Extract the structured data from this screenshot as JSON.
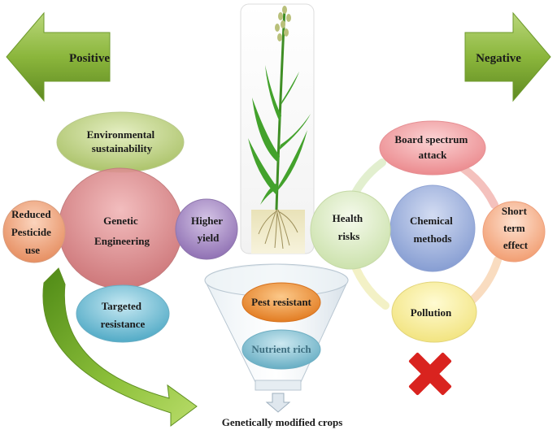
{
  "diagram": {
    "positive_label": "Positive",
    "negative_label": "Negative",
    "positive_circles": {
      "top": [
        "Environmental",
        "sustainability"
      ],
      "center": [
        "Genetic",
        "Engineering"
      ],
      "left": [
        "Reduced",
        "Pesticide",
        "use"
      ],
      "right": [
        "Higher",
        "yield"
      ],
      "bottom": [
        "Targeted",
        "resistance"
      ]
    },
    "funnel": {
      "top_item": "Pest resistant",
      "bottom_item": "Nutrient rich",
      "output_label": "Genetically modified crops"
    },
    "negative_cycle": {
      "center": [
        "Chemical",
        "methods"
      ],
      "top": [
        "Board spectrum",
        "attack"
      ],
      "right": [
        "Short",
        "term",
        "effect"
      ],
      "bottom": [
        "Pollution"
      ],
      "left": [
        "Health",
        "risks"
      ]
    },
    "colors": {
      "arrow_green": "#8bb63c",
      "env": "#c6d88f",
      "genetic": "#d9878a",
      "reduced": "#eca884",
      "higher_yield": "#a98ec3",
      "targeted": "#79c3d8",
      "pest_resistant": "#f39a3a",
      "nutrient_rich": "#8fc9d8",
      "board_spectrum": "#f3a2a5",
      "chemical": "#9fb3df",
      "short_term": "#f6b08c",
      "pollution": "#f9ef9b",
      "health": "#dfeec8",
      "cross_red": "#d9231f"
    }
  }
}
